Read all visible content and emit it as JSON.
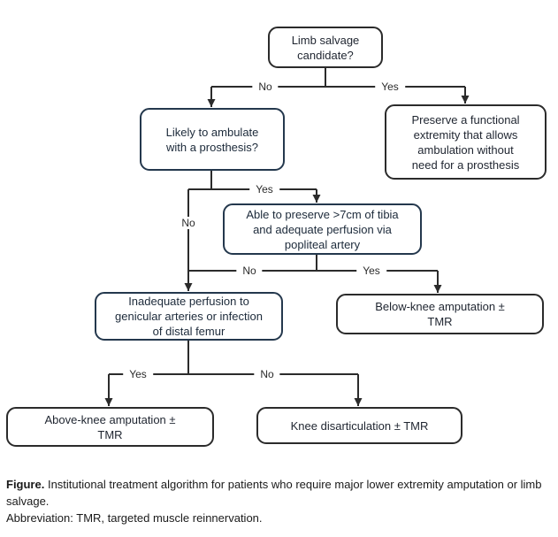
{
  "flowchart": {
    "nodes": [
      {
        "id": "limb-salvage-candidate",
        "text": "Limb salvage\ncandidate?"
      },
      {
        "id": "likely-to-ambulate",
        "text": "Likely to ambulate\nwith a prosthesis?"
      },
      {
        "id": "preserve-functional-extremity",
        "text": "Preserve a functional\nextremity that allows\nambulation without\nneed for a prosthesis"
      },
      {
        "id": "able-to-preserve-tibia",
        "text": "Able to preserve >7cm of tibia\nand adequate perfusion via\npopliteal artery"
      },
      {
        "id": "inadequate-perfusion",
        "text": "Inadequate perfusion to\ngenicular arteries or infection\nof distal femur"
      },
      {
        "id": "below-knee-amputation",
        "text": "Below-knee amputation ±\nTMR"
      },
      {
        "id": "above-knee-amputation",
        "text": "Above-knee amputation ±\nTMR"
      },
      {
        "id": "knee-disarticulation",
        "text": "Knee disarticulation ± TMR"
      }
    ],
    "labels": [
      {
        "text": "No"
      },
      {
        "text": "Yes"
      },
      {
        "text": "Yes"
      },
      {
        "text": "No"
      },
      {
        "text": "No"
      },
      {
        "text": "Yes"
      },
      {
        "text": "Yes"
      },
      {
        "text": "No"
      }
    ]
  },
  "caption": {
    "label": "Figure.",
    "text": " Institutional treatment algorithm for patients who require major lower extremity amputation or limb salvage.",
    "abbreviation": "Abbreviation: TMR, targeted muscle reinnervation."
  },
  "colors": {
    "navy_border": "#24384d",
    "black_border": "#2b2b2b",
    "line": "#2b2b2b",
    "background": "#ffffff"
  }
}
